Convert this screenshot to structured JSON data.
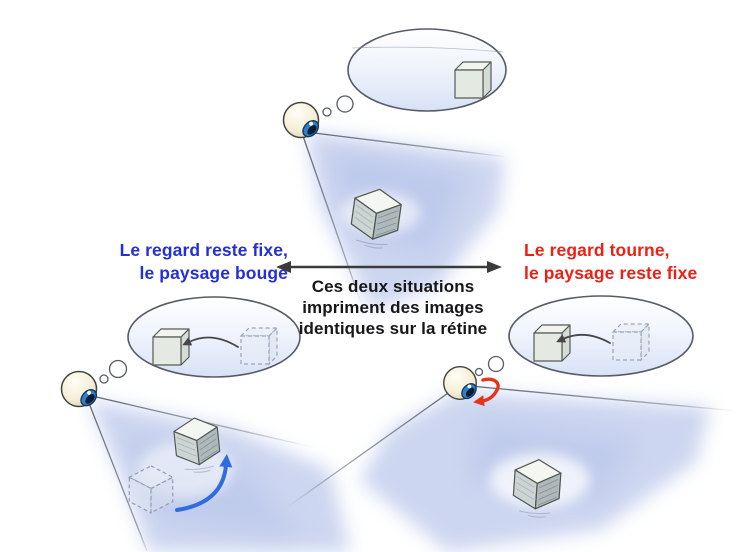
{
  "captions": {
    "left": {
      "line1": "Le regard reste fixe,",
      "line2": "le paysage bouge"
    },
    "right": {
      "line1": "Le regard tourne,",
      "line2": "le paysage reste fixe"
    },
    "center": {
      "line1": "Ces deux situations",
      "line2": "impriment des images",
      "line3": "identiques sur la rétine"
    }
  },
  "colors": {
    "left_caption": "#2430d6",
    "right_caption": "#ee2015",
    "center_caption": "#17171a",
    "equivalence_arrow": "#3b3b3b",
    "landscape_motion_arrow": "#2e6ce0",
    "eye_rotation_arrow": "#e8331b",
    "bubble_motion_arrow": "#474747",
    "watercolor_wash": "#c4cfee",
    "eyeball": "#f4eeda",
    "iris": "#2f80c6",
    "cube_face": "#e4e9e2"
  }
}
